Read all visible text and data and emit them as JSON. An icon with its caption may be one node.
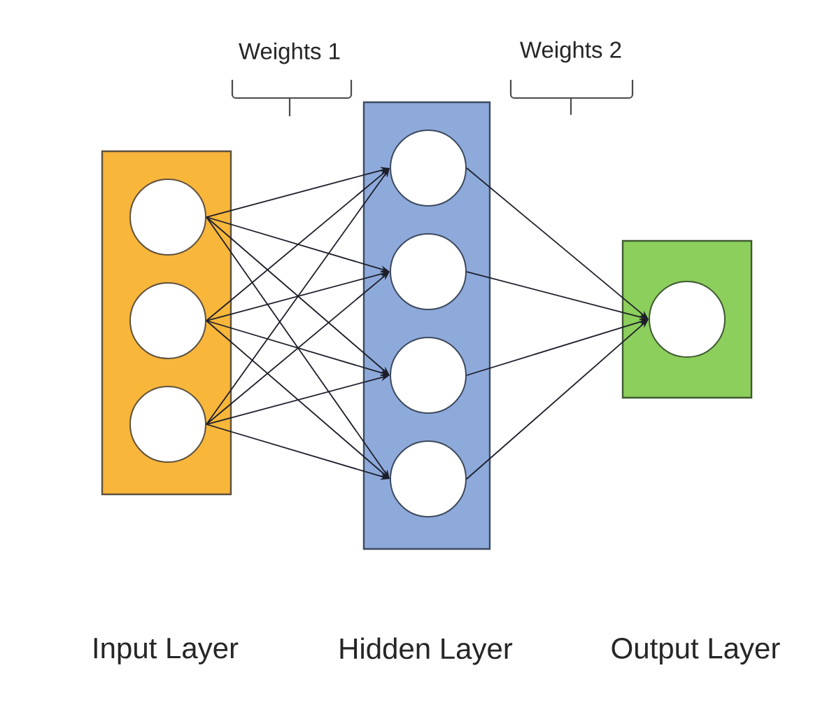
{
  "diagram": {
    "nodes": [
      {
        "text": [],
        "shape": "box"
      },
      {
        "text": [],
        "shape": "circle",
        "in": 0
      },
      {
        "text": [],
        "shape": "circle",
        "in": 0
      },
      {
        "text": [],
        "shape": "circle",
        "in": 0
      },
      {
        "text": [],
        "shape": "box"
      },
      {
        "text": [],
        "shape": "circle",
        "in": 4
      },
      {
        "text": [],
        "shape": "circle",
        "in": 4
      },
      {
        "text": [],
        "shape": "circle",
        "in": 4
      },
      {
        "text": [],
        "shape": "circle",
        "in": 4
      },
      {
        "text": [],
        "shape": "box"
      },
      {
        "text": [],
        "shape": "circle",
        "in": 9
      }
    ],
    "edges": [
      {
        "from": 1,
        "to": 5,
        "arrow": "to"
      },
      {
        "from": 1,
        "to": 6,
        "arrow": "to"
      },
      {
        "from": 1,
        "to": 7,
        "arrow": "to"
      },
      {
        "from": 1,
        "to": 8,
        "arrow": "to"
      },
      {
        "from": 2,
        "to": 5,
        "arrow": "to"
      },
      {
        "from": 2,
        "to": 6,
        "arrow": "to"
      },
      {
        "from": 2,
        "to": 7,
        "arrow": "to"
      },
      {
        "from": 2,
        "to": 8,
        "arrow": "to"
      },
      {
        "from": 3,
        "to": 5,
        "arrow": "to"
      },
      {
        "from": 3,
        "to": 6,
        "arrow": "to"
      },
      {
        "from": 3,
        "to": 7,
        "arrow": "to"
      },
      {
        "from": 3,
        "to": 8,
        "arrow": "to"
      },
      {
        "from": 5,
        "to": 10,
        "arrow": "to"
      },
      {
        "from": 6,
        "to": 10,
        "arrow": "to"
      },
      {
        "from": 7,
        "to": 10,
        "arrow": "to"
      },
      {
        "from": 8,
        "to": 10,
        "arrow": "to"
      }
    ],
    "labels": [
      "Weights 1",
      "Weights 2",
      "Input Layer",
      "Hidden Layer",
      "Output Layer"
    ]
  }
}
